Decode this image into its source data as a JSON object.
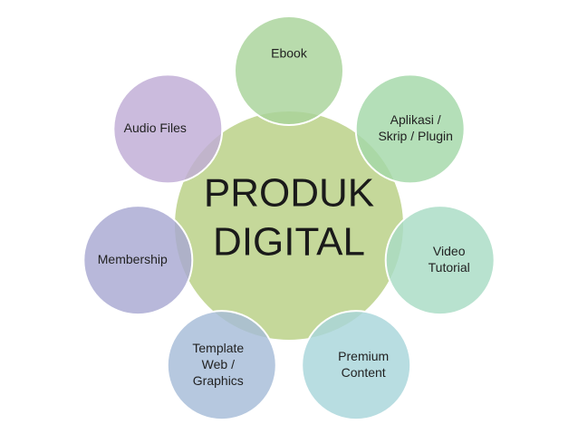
{
  "center": {
    "lines": [
      "PRODUK",
      "DIGITAL"
    ],
    "color": "#c5d89a"
  },
  "nodes": [
    {
      "id": "ebook",
      "lines": [
        "Ebook"
      ],
      "color": "#a8d39a"
    },
    {
      "id": "aplikasi",
      "lines": [
        "Aplikasi /",
        "Skrip / Plugin"
      ],
      "color": "#a4d8a8"
    },
    {
      "id": "video-tutorial",
      "lines": [
        "Video",
        "Tutorial"
      ],
      "color": "#a8dcc4"
    },
    {
      "id": "premium-content",
      "lines": [
        "Premium",
        "Content"
      ],
      "color": "#a8d6da"
    },
    {
      "id": "template-web-graphics",
      "lines": [
        "Template",
        "Web /",
        "Graphics"
      ],
      "color": "#a6bcd8"
    },
    {
      "id": "membership",
      "lines": [
        "Membership"
      ],
      "color": "#a8a8d2"
    },
    {
      "id": "audio-files",
      "lines": [
        "Audio Files"
      ],
      "color": "#c0acd6"
    }
  ]
}
